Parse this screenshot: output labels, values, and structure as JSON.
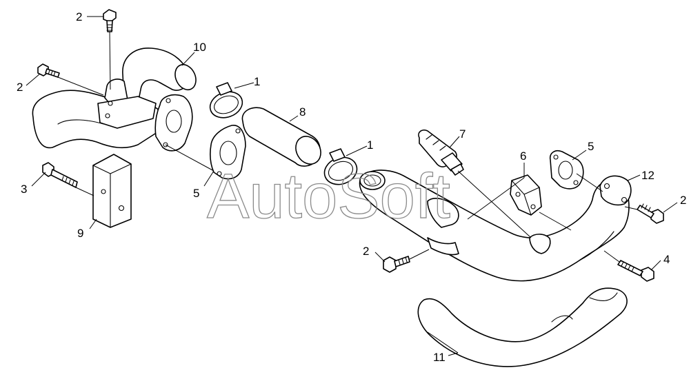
{
  "watermark": "AutoSoft",
  "colors": {
    "line": "#000000",
    "background": "#ffffff",
    "watermark": "#8a8a8a"
  },
  "callouts": {
    "c2a": "2",
    "c2b": "2",
    "c2c": "2",
    "c2d": "2",
    "c10": "10",
    "c1a": "1",
    "c1b": "1",
    "c8": "8",
    "c7": "7",
    "c6": "6",
    "c5a": "5",
    "c5b": "5",
    "c12": "12",
    "c3": "3",
    "c9": "9",
    "c4": "4",
    "c11": "11"
  }
}
